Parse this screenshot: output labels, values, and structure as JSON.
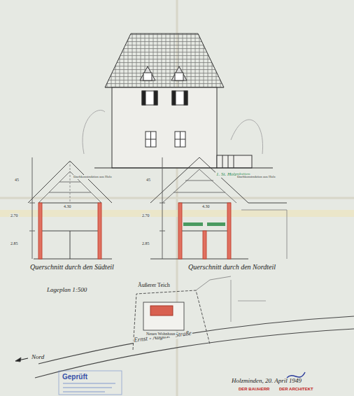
{
  "diagram": {
    "labels": [
      "Querschnitt durch den Südteil",
      "Querschnitt durch den Nordteil",
      "Lageplan 1:500",
      "Äußerer Teich",
      "Nord",
      "Ernst - August - Straße",
      "Holzminden, 20. April 1949",
      "Geprüft",
      "DER BAUHERR",
      "DER ARCHITEKT",
      "Neues Wohnhaus",
      "1. St. Holzplatten",
      "Dachkonstruktion aus Holz",
      "Dachkonstruktion aus Holz",
      "45",
      "2.70",
      "2.85",
      "45",
      "2.70",
      "2.85",
      "4.30",
      "4.30"
    ]
  }
}
